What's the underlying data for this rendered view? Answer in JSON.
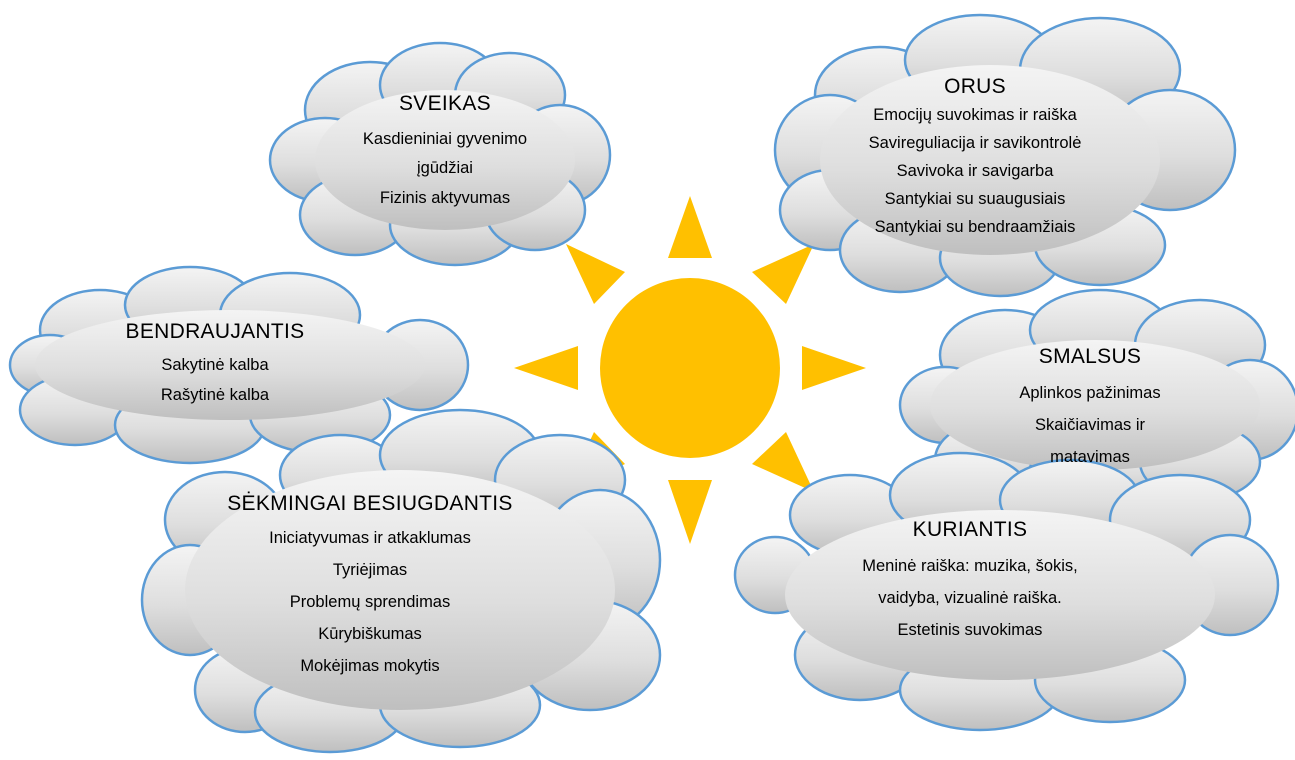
{
  "colors": {
    "sun": "#FFC000",
    "cloud_fill_top": "#f4f4f4",
    "cloud_fill_bottom": "#bfbfbf",
    "cloud_stroke": "#5b9bd5"
  },
  "clouds": {
    "sveikas": {
      "title": "SVEIKAS",
      "items": [
        "Kasdieniniai gyvenimo",
        "įgūdžiai",
        "Fizinis aktyvumas"
      ]
    },
    "orus": {
      "title": "ORUS",
      "items": [
        "Emocijų suvokimas ir raiška",
        "Savireguliacija ir savikontrolė",
        "Savivoka ir savigarba",
        "Santykiai su suaugusiais",
        "Santykiai su bendraamžiais"
      ]
    },
    "bendraujantis": {
      "title": "BENDRAUJANTIS",
      "items": [
        "Sakytinė kalba",
        "Rašytinė kalba"
      ]
    },
    "smalsus": {
      "title": "SMALSUS",
      "items": [
        "Aplinkos pažinimas",
        "Skaičiavimas ir",
        "matavimas"
      ]
    },
    "sekmingai": {
      "title": "SĖKMINGAI BESIUGDANTIS",
      "items": [
        "Iniciatyvumas ir atkaklumas",
        "Tyriėjimas",
        "Problemų sprendimas",
        "Kūrybiškumas",
        "Mokėjimas mokytis"
      ]
    },
    "kuriantis": {
      "title": "KURIANTIS",
      "items": [
        "Meninė raiška: muzika, šokis,",
        "vaidyba, vizualinė raiška.",
        "Estetinis suvokimas"
      ]
    }
  }
}
